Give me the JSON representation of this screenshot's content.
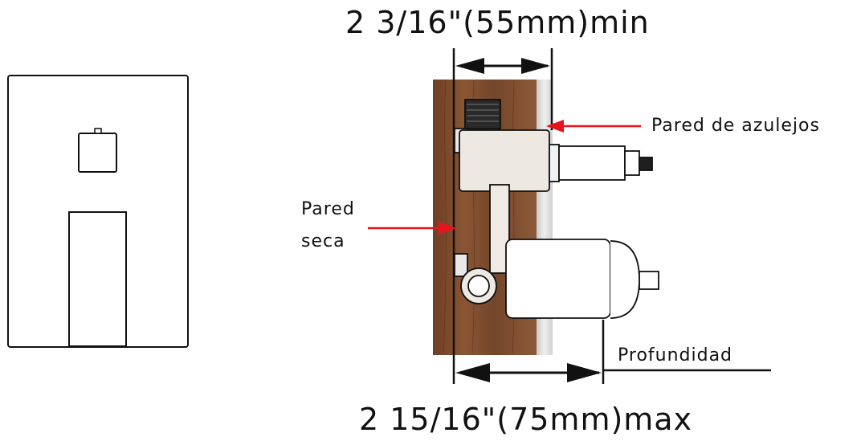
{
  "dimensions": {
    "min_label": "2 3/16\"(55mm)min",
    "max_label": "2 15/16\"(75mm)max"
  },
  "labels": {
    "tile_wall": "Pared de azulejos",
    "dry_wall_line1": "Pared",
    "dry_wall_line2": "seca",
    "depth": "Profundidad"
  },
  "colors": {
    "wood": "#7a4a2e",
    "tile": "#dcdcdc",
    "arrow_red": "#e8141c"
  }
}
